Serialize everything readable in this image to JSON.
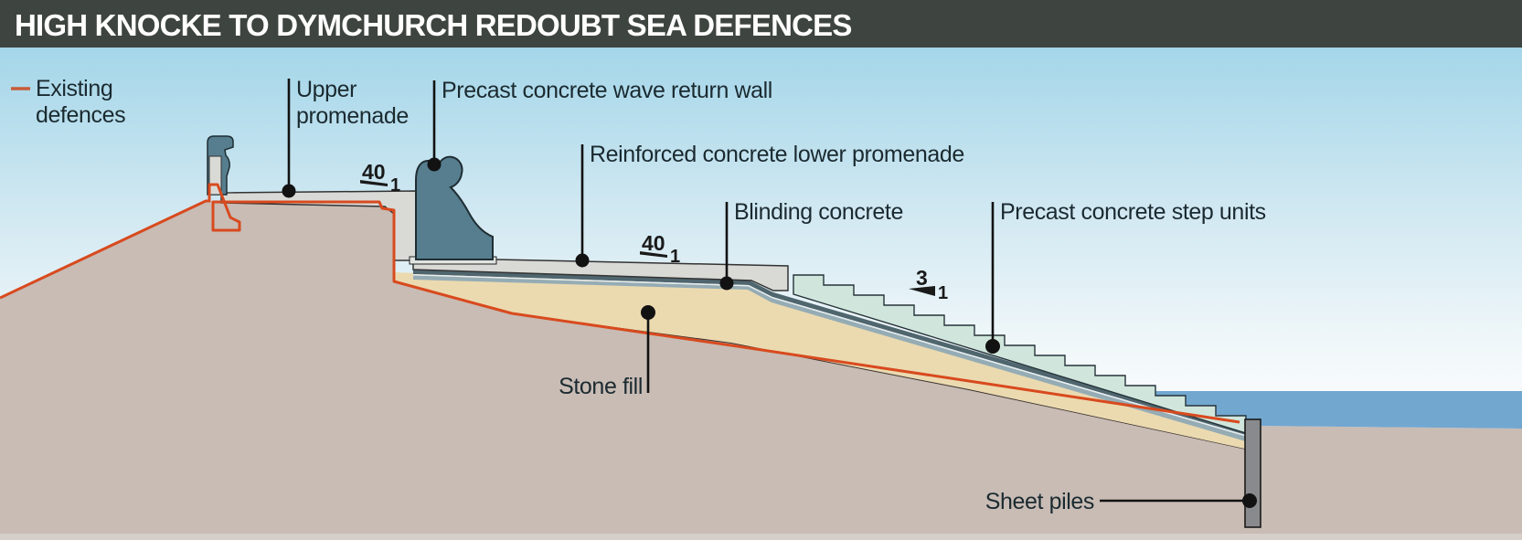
{
  "title": "HIGH KNOCKE TO DYMCHURCH REDOUBT SEA DEFENCES",
  "legend": {
    "existing_line1": "Existing",
    "existing_line2": "defences"
  },
  "labels": {
    "upper_promenade_line1": "Upper",
    "upper_promenade_line2": "promenade",
    "wave_return_wall": "Precast concrete wave return wall",
    "lower_promenade": "Reinforced concrete lower promenade",
    "blinding_concrete": "Blinding concrete",
    "step_units": "Precast concrete step units",
    "stone_fill": "Stone fill",
    "sheet_piles": "Sheet piles"
  },
  "slopes": {
    "upper_promenade": {
      "run": "40",
      "rise": "1"
    },
    "lower_promenade": {
      "run": "40",
      "rise": "1"
    },
    "steps": {
      "run": "3",
      "rise": "1"
    }
  },
  "colors": {
    "title_bar": "#3e443f",
    "title_text": "#ffffff",
    "sky_top": "#a4d6e9",
    "sky_bottom": "#fdfeff",
    "sea": "#72a7d0",
    "ground": "#c8bcb5",
    "ground_footer": "#d6cfc9",
    "stone_fill": "#ebdab0",
    "promenade_slab": "#d9dad6",
    "steps": "#d0e6dc",
    "wave_wall": "#567e8e",
    "blinding_dark": "#50666f",
    "blinding_light": "#95acb5",
    "sheet_pile": "#898a8d",
    "existing_defences_line": "#d84a1e",
    "label_text": "#1b2a30",
    "leader_line": "#121212"
  }
}
